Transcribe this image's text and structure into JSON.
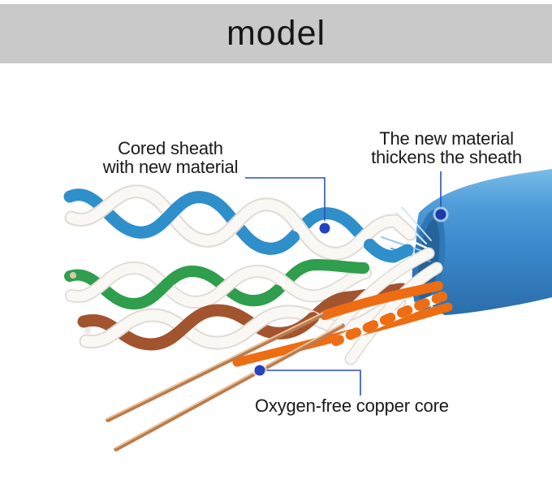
{
  "header": {
    "title": "model"
  },
  "annotations": {
    "cored_sheath": {
      "line1": "Cored sheath",
      "line2": "with new material"
    },
    "thickens": {
      "line1": "The new material",
      "line2": "thickens the sheath"
    },
    "copper_core": {
      "line1": "Oxygen-free copper core"
    }
  },
  "colors": {
    "banner_bg": "#c9c9c9",
    "banner_text": "#161616",
    "callout_line": "#2b4fc0",
    "callout_dot": "#2443bd",
    "callout_dot_halo": "#ffffff",
    "jacket_blue": "#3a88cc",
    "jacket_rim": "#2e78b5",
    "jacket_rim_inner": "#27639a",
    "wire_blue": "#2f8fcb",
    "wire_green": "#2f9e4d",
    "wire_brown": "#a2542f",
    "wire_orange": "#ee6c12",
    "wire_white": "#faf8f5",
    "wire_white_shadow": "#e0dad3",
    "copper": "#bc7c4e",
    "copper_highlight": "#f0c9a2"
  }
}
